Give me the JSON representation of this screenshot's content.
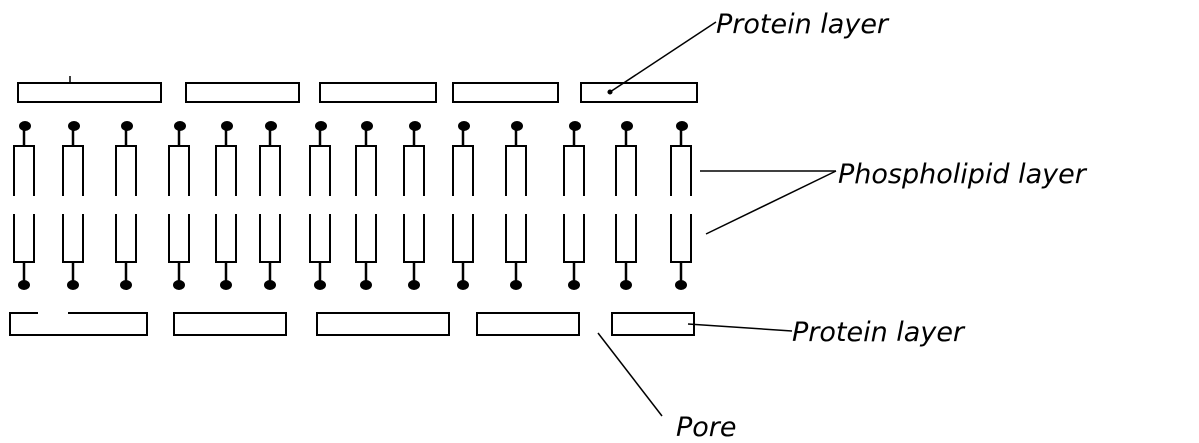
{
  "labels": {
    "protein_top": "Protein layer",
    "phospholipid": "Phospholipid layer",
    "protein_bottom": "Protein layer",
    "pore": "Pore"
  },
  "phospholipid_count": 14,
  "colors": {
    "stroke": "#000000",
    "background": "#ffffff"
  }
}
